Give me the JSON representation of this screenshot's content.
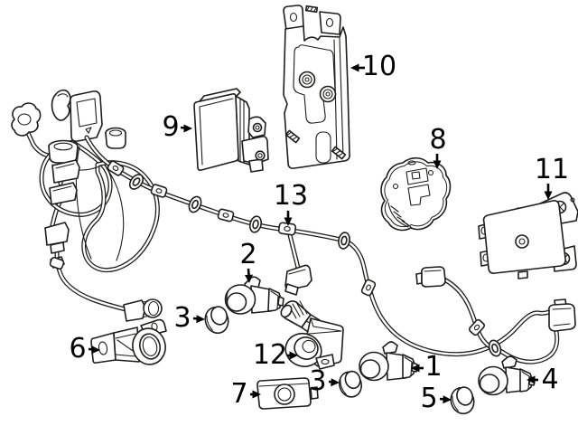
{
  "diagram": {
    "background_color": "#ffffff",
    "line_color": "#1d1d1b",
    "label_color": "#000000",
    "figure_type": "exploded-parts-illustration",
    "subject": "Parking aid sensors, modules, brackets and wiring harness"
  },
  "callouts": [
    {
      "label": "9",
      "part": "distance-sensor-module",
      "arrow": "right"
    },
    {
      "label": "10",
      "part": "module-mounting-bracket",
      "arrow": "left"
    },
    {
      "label": "8",
      "part": "sensor-mount-gasket",
      "arrow": "down"
    },
    {
      "label": "11",
      "part": "control-module",
      "arrow": "down"
    },
    {
      "label": "13",
      "part": "wiring-harness",
      "arrow": "down"
    },
    {
      "label": "2",
      "part": "parking-aid-sensor",
      "arrow": "down"
    },
    {
      "label": "3",
      "part": "sensor-retainer",
      "arrow": "right"
    },
    {
      "label": "6",
      "part": "sensor-mount-bracket",
      "arrow": "right"
    },
    {
      "label": "12",
      "part": "camera-assembly",
      "arrow": "right"
    },
    {
      "label": "7",
      "part": "sensor-housing",
      "arrow": "right"
    },
    {
      "label": "3",
      "part": "sensor-retainer",
      "arrow": "right"
    },
    {
      "label": "1",
      "part": "parking-aid-sensor",
      "arrow": "left"
    },
    {
      "label": "5",
      "part": "sensor-retainer",
      "arrow": "right"
    },
    {
      "label": "4",
      "part": "parking-aid-sensor",
      "arrow": "left"
    }
  ]
}
